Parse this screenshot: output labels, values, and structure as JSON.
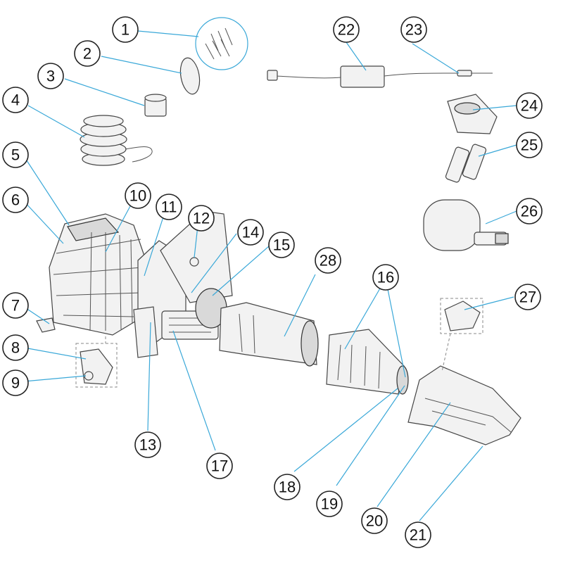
{
  "callouts": [
    {
      "id": "1",
      "label": "1"
    },
    {
      "id": "2",
      "label": "2"
    },
    {
      "id": "3",
      "label": "3"
    },
    {
      "id": "4",
      "label": "4"
    },
    {
      "id": "5",
      "label": "5"
    },
    {
      "id": "6",
      "label": "6"
    },
    {
      "id": "7",
      "label": "7"
    },
    {
      "id": "8",
      "label": "8"
    },
    {
      "id": "9",
      "label": "9"
    },
    {
      "id": "10",
      "label": "10"
    },
    {
      "id": "11",
      "label": "11"
    },
    {
      "id": "12",
      "label": "12"
    },
    {
      "id": "13",
      "label": "13"
    },
    {
      "id": "14",
      "label": "14"
    },
    {
      "id": "15",
      "label": "15"
    },
    {
      "id": "16",
      "label": "16"
    },
    {
      "id": "17",
      "label": "17"
    },
    {
      "id": "18",
      "label": "18"
    },
    {
      "id": "19",
      "label": "19"
    },
    {
      "id": "20",
      "label": "20"
    },
    {
      "id": "21",
      "label": "21"
    },
    {
      "id": "22",
      "label": "22"
    },
    {
      "id": "23",
      "label": "23"
    },
    {
      "id": "24",
      "label": "24"
    },
    {
      "id": "25",
      "label": "25"
    },
    {
      "id": "26",
      "label": "26"
    },
    {
      "id": "27",
      "label": "27"
    },
    {
      "id": "28",
      "label": "28"
    }
  ],
  "colors": {
    "leader": "#3aa8d8",
    "outline": "#444444",
    "fill": "#f2f2f2"
  }
}
